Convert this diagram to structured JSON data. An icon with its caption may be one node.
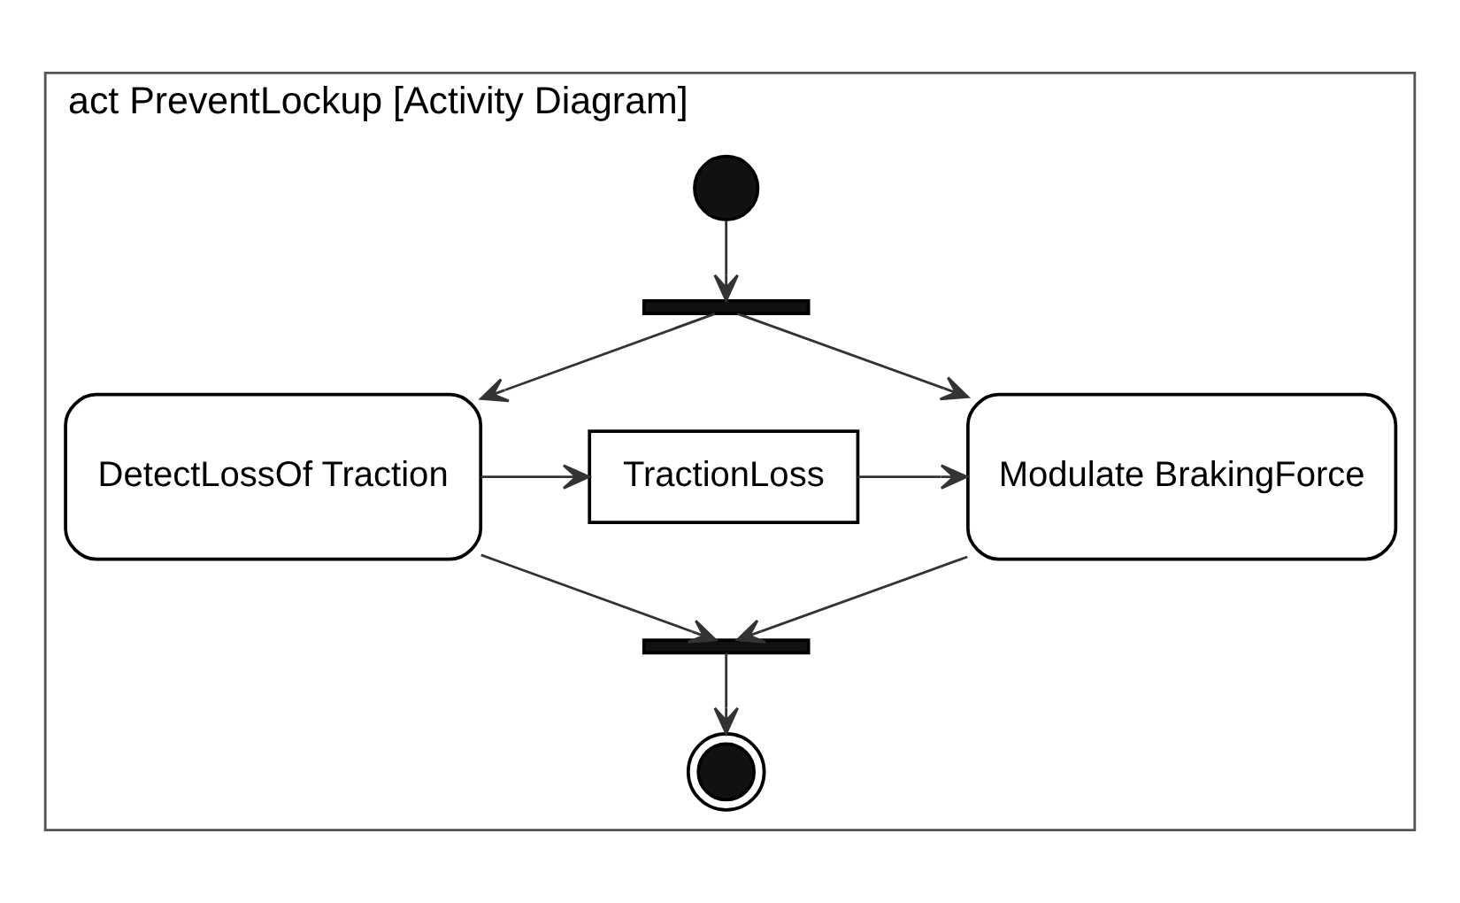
{
  "diagram": {
    "nodes": [
      {
        "text": [
          "act PreventLockup [Activity Diagram]"
        ]
      },
      {
        "text": [],
        "shape": "circle",
        "in": 0
      },
      {
        "text": [],
        "shape": "bar",
        "in": 0
      },
      {
        "text": [
          "DetectLossOf Traction"
        ],
        "in": 0
      },
      {
        "text": [
          "TractionLoss"
        ],
        "in": 0
      },
      {
        "text": [
          "Modulate BrakingForce"
        ],
        "in": 0
      },
      {
        "text": [],
        "shape": "bar",
        "in": 0
      },
      {
        "text": [],
        "shape": "bullseye",
        "in": 0
      }
    ],
    "edges": [
      {
        "from": 1,
        "to": 2,
        "arrow": "to"
      },
      {
        "from": 2,
        "to": 3,
        "arrow": "to"
      },
      {
        "from": 2,
        "to": 5,
        "arrow": "to"
      },
      {
        "from": 3,
        "to": 4,
        "arrow": "to"
      },
      {
        "from": 4,
        "to": 5,
        "arrow": "to"
      },
      {
        "from": 3,
        "to": 6,
        "arrow": "to"
      },
      {
        "from": 5,
        "to": 6,
        "arrow": "to"
      },
      {
        "from": 6,
        "to": 7,
        "arrow": "to"
      }
    ]
  }
}
